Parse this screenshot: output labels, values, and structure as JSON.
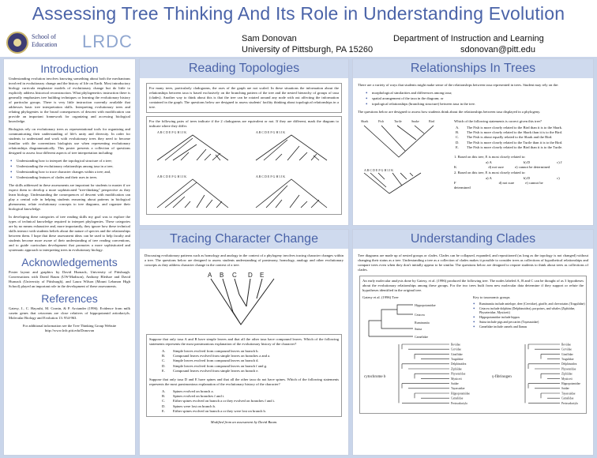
{
  "header": {
    "title": "Assessing Tree Thinking And Its Role in Understanding Evolution",
    "school": "School of\nEducation",
    "lrdc": "LRDC",
    "author": "Sam Donovan",
    "university": "University of Pittsburgh, PA 15260",
    "department": "Department of Instruction and Learning",
    "email": "sdonovan@pitt.edu"
  },
  "intro": {
    "heading": "Introduction",
    "p1": "Understanding evolution involves knowing something about both the mechanisms involved in evolutionary change and the history of life on Earth. Most introductory biology curricula emphasize models of evolutionary change but do little to explicitly address historical reconstruction. What phylogenetics instruction there is generally emphasizes tree building techniques or learning the evolutionary history of particular groups. There is very little instruction currently available that addresses basic tree interpretation skills. Interpreting evolutionary trees and relating phylogenies to the broad consequences of descent with modification can provide an important framework for organizing and accessing biological knowledge.",
    "p2": "Biologists rely on evolutionary trees as representational tools for organizing and communicating their understanding of life's unity and diversity. In order for students to understand and work with evolutionary trees they need to become familiar with the conventions biologists use when representing evolutionary relationships diagrammatically. This poster presents a collection of questions designed to assess four different aspects of tree interpretation including:",
    "bullets": [
      "Understanding how to interpret the topological structure of a tree;",
      "Understanding the evolutionary relationships among taxa in a tree;",
      "Understanding how to trace character changes within a tree; and,",
      "Understanding features of clades and their uses in trees."
    ],
    "p3": "The skills addressed in these assessments are important for students to master if we expect them to develop a more sophisticated \"tree-thinking\" perspective as they learn biology. Understanding the consequences of descent with modification can play a central role in helping students reasoning about patterns in biological phenomena, relate evolutionary concepts to tree diagrams, and organize their biological knowledge.",
    "p4": "In developing these categories of tree reading skills my goal was to explore the types of technical knowledge required to interpret phylogenies. These categories are by no means exhaustive and, more importantly, they ignore how these technical skills interact with students beliefs about the nature of species and the relationships between them. I hope that these assessment ideas can be used to help faculty and students become more aware of their understanding of tree reading conventions, and to guide curriculum development that promotes a more sophisticated and systematic approach to interpreting trees in evolutionary biology."
  },
  "ack": {
    "heading": "Acknowledgements",
    "text": "Poster layout and graphics by David Hurnack, University of Pittsburgh. Conversations with David Baum (UW-Madison), Anthony Bledsoe and David Hurnack (University of Pittsburgh), and Laura Wilson (Mount Lebanon High School) played an important role in the development of these assessments."
  },
  "refs": {
    "heading": "References",
    "text": "Gatesy, J., C. Hayashi, M. Cronin, & P. Arctander (1996). Evidence from milk casein genes that cetaceans are close relatives of hippopotamid artiodactyls. Molecular Biology and Evolution 13: 954-963.",
    "website": "For additional information see the Tree Thinking Group Website",
    "url": "http://www.lrdc.pitt.edu/Donovan"
  },
  "reading": {
    "heading": "Reading Topologies",
    "p1": "For many trees, particularly cladograms, the axes of the graph are not scaled. In these situations the information about the relationships between taxa is based exclusively on the branching pattern of the tree and the nested hierarchy of groups of taxa (clades). Another way to think about this is that the tree can be rotated around any node with out affecting the information contained in the graph. The questions below are designed to assess students' facility thinking about topological relationships in a tree.",
    "q": "For the following pairs of trees indicate if the 2 cladograms are equivalent or not. If they are different, mark the diagram to indicate where they differ."
  },
  "tracing": {
    "heading": "Tracing Character Change",
    "p1": "Discussing evolutionary patterns such as homology and analogy in the context of a phylogeny involves tracing character changes within a tree. The questions below are designed to assess students understanding of parsimony, homology, analogy and other evolutionary concepts as they address character change in the context of a tree.",
    "tips": [
      "A",
      "B",
      "C",
      "D",
      "E"
    ],
    "q1": "Suppose that only taxa A and B have simple leaves and that all the other taxa have compound leaves. Which of the following statements represents the most parsimonious explanation of the evolutionary history of the character?",
    "q1opts": [
      [
        "A.",
        "Simple leaves evolved from compound leaves on branch b."
      ],
      [
        "B.",
        "Compound leaves evolved from simple leaves on branches a and a."
      ],
      [
        "C.",
        "Simple leaves evolved from compound leaves on branch d."
      ],
      [
        "D.",
        "Simple leaves evolved from compound leaves on branch f and g."
      ],
      [
        "E.",
        "Compound leaves evolved from simple leaves on branch e."
      ]
    ],
    "q2": "Suppose that only taxa D and E have spines and that all the other taxa do not have spines. Which of the following statements represents the most parsimonious explanation of the evolutionary history of the character?",
    "q2opts": [
      [
        "A.",
        "Spines evolved on branch a."
      ],
      [
        "B.",
        "Spines evolved on branches f and i."
      ],
      [
        "C.",
        "Either spines evolved on branch a or they evolved on branches f and i."
      ],
      [
        "D.",
        "Spines were lost on branch b."
      ],
      [
        "E.",
        "Either spines evolved on branch a or they were lost on branch b."
      ]
    ],
    "credit": "Modified from an assessment by David Baum."
  },
  "relationships": {
    "heading": "Relationships In Trees",
    "p1": "There are a variety of ways that students might make sense of the relationships between taxa represented in trees. Student may rely on the:",
    "bullets": [
      "morphological similarities and differences among taxa;",
      "spatial arrangement of the taxa in the diagram; or",
      "topological relationships (branching structure) between taxa in the tree."
    ],
    "p2": "The questions below are designed to assess how students think about the relationships between taxa displayed in a phylogeny.",
    "taxa": [
      "Shark",
      "Fish",
      "Turtle",
      "Snake",
      "Bird"
    ],
    "qhead": "Which of the following statements is correct given this tree?",
    "opts": [
      [
        "A.",
        "The Fish is more closely related to the Bird than it is to the Shark."
      ],
      [
        "B.",
        "The Fish is more closely related to the Shark than it is to the Bird."
      ],
      [
        "C.",
        "The Fish is about equally related to the Shark and the Bird."
      ],
      [
        "D.",
        "The Fish is more closely related to the Turtle than it is to the Bird."
      ],
      [
        "E.",
        "The Fish is more closely related to the Bird than it is to the Turtle."
      ]
    ],
    "b1": "1. Based on this tree, E is most closely related to:",
    "b1a": "a) A",
    "b1b": "b) D",
    "b1c": "c) J",
    "b1d": "K",
    "b1e": "d) not sure",
    "b1f": "e) cannot be determined",
    "b2": "2. Based on this tree, E is most closely related to:",
    "b2a": "a) A",
    "b2b": "b) D",
    "b2c": "c)",
    "b2d": "F",
    "b2e": "d) not sure",
    "b2f": "e) cannot be",
    "b2g": "determined",
    "letters": "A B C D E F G H I J K"
  },
  "clades": {
    "heading": "Understanding Clades",
    "p1": "Tree diagrams are made up of nested groups or clades. Clades can be collapsed, expanded, and repositioned (as long as the topology is not changed) without changing their status as a tree. Understanding a tree as a collection of clades makes it possible to consider trees as collections of hypothetical relationships and compare trees even when they don't initially appear to be similar. The questions below are designed to require students to think about trees as collections of clades.",
    "p2": "An early molecular analysis done by Gatesy, et al. (1996) produced the following tree. The nodes labeled A, B and C can be thought of as 3 hypotheses about the evolutionary relationships among these groups. For the two trees built from new molecular data determine if they support or refute the hypotheses identified in the original tree.",
    "gatesy": "Gatesy et al. (1996) Tree",
    "key": "Key to taxonomic groups",
    "gtaxa": [
      "Hippopotamidae",
      "Cetacea",
      "Ruminantia",
      "Suina",
      "Camelidae"
    ],
    "keyitems": [
      "Ruminantia include antelope, deer (Cervidae), giraffe, and chevrotains (Tragulidae)",
      "Cetacea include dolphins (Delphinoidea), porpoises, and whales (Ziphiidae, Physeteridae, Mysticeti)",
      "Hippopotamidae include hippos",
      "Suina include pigs and peccaries (Tayassuidae)",
      "Camelidae include camels and llamas"
    ],
    "cyto": "cytochrome b",
    "fib": "γ-fibrinogen",
    "cytotaxa": [
      "Bovidae",
      "Cervidae",
      "Giraffidae",
      "Tragulidae",
      "Delphinoidea",
      "Ziphiidae",
      "Physeteridae",
      "Mysticeti",
      "Suidae",
      "Tayassuidae",
      "Hippopotamidae",
      "Camelidae",
      "Perissodactyla"
    ],
    "fibtaxa": [
      "Bovidae",
      "Cervidae",
      "Giraffidae",
      "Tragulidae",
      "Delphinoidea",
      "Physeteridae",
      "Ziphiidae",
      "Mysticeti",
      "Hippopotamidae",
      "Suidae",
      "Tayassuidae",
      "Camelidae",
      "Perissodactyla"
    ]
  }
}
